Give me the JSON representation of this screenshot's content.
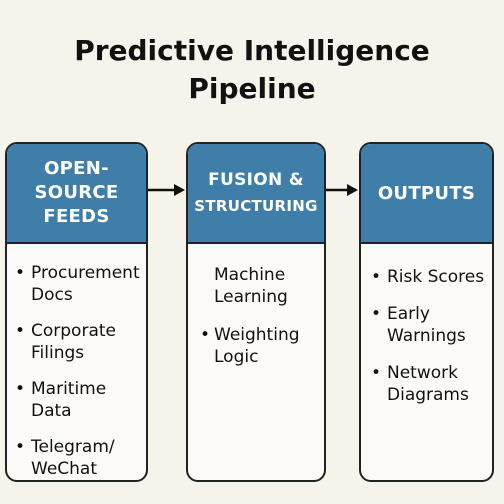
{
  "title": {
    "line1": "Predictive Intelligence",
    "line2": "Pipeline"
  },
  "columns": [
    {
      "header_lines": [
        "OPEN-",
        "SOURCE",
        "FEEDS"
      ],
      "items": [
        "Procurement Docs",
        "Corporate Filings",
        "Maritime Data",
        "Telegram/ WeChat"
      ]
    },
    {
      "header_lines": [
        "FUSION &",
        "STRUCTURING"
      ],
      "items": [
        "Machine Learning",
        "Weighting Logic"
      ]
    },
    {
      "header_lines": [
        "OUTPUTS"
      ],
      "items": [
        "Risk Scores",
        "Early Warnings",
        "Network Diagrams"
      ]
    }
  ],
  "bullet_char": "•",
  "colors": {
    "header_fill": "#3f7ea8",
    "background": "#f6f3ea",
    "border": "#222222"
  }
}
